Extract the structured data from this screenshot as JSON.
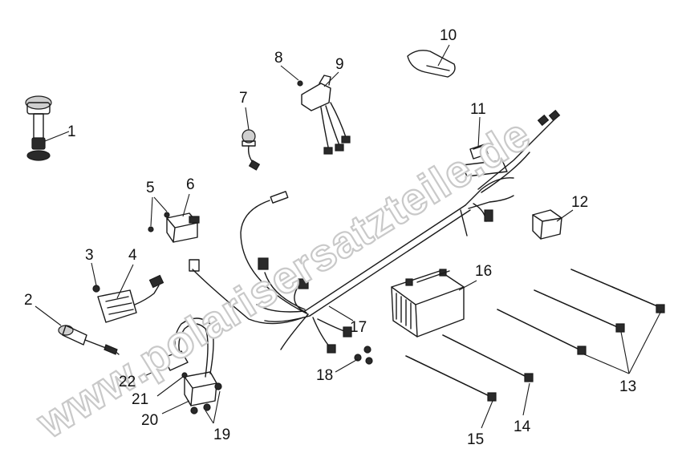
{
  "watermark": {
    "text": "www.polarisersatzteile.de"
  },
  "callouts": [
    "1",
    "2",
    "3",
    "4",
    "5",
    "6",
    "7",
    "8",
    "9",
    "10",
    "11",
    "12",
    "13",
    "14",
    "15",
    "16",
    "17",
    "18",
    "19",
    "20",
    "21",
    "22"
  ]
}
